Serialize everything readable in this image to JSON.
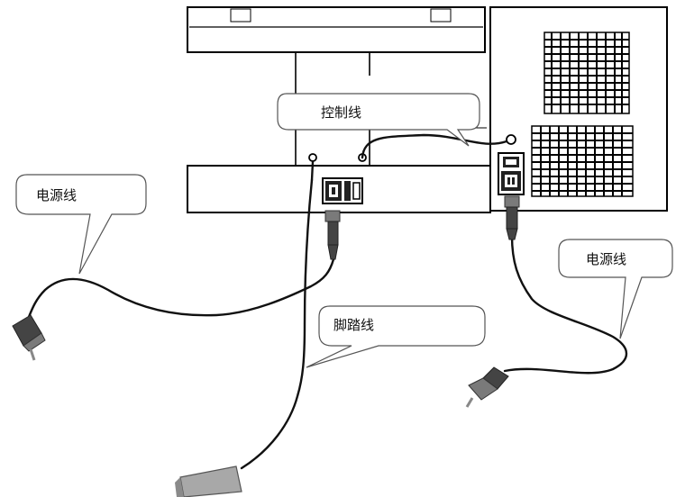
{
  "callouts": {
    "control_cable": "控制线",
    "power_cable_left": "电源线",
    "power_cable_right": "电源线",
    "foot_pedal_cable": "脚踏线"
  }
}
